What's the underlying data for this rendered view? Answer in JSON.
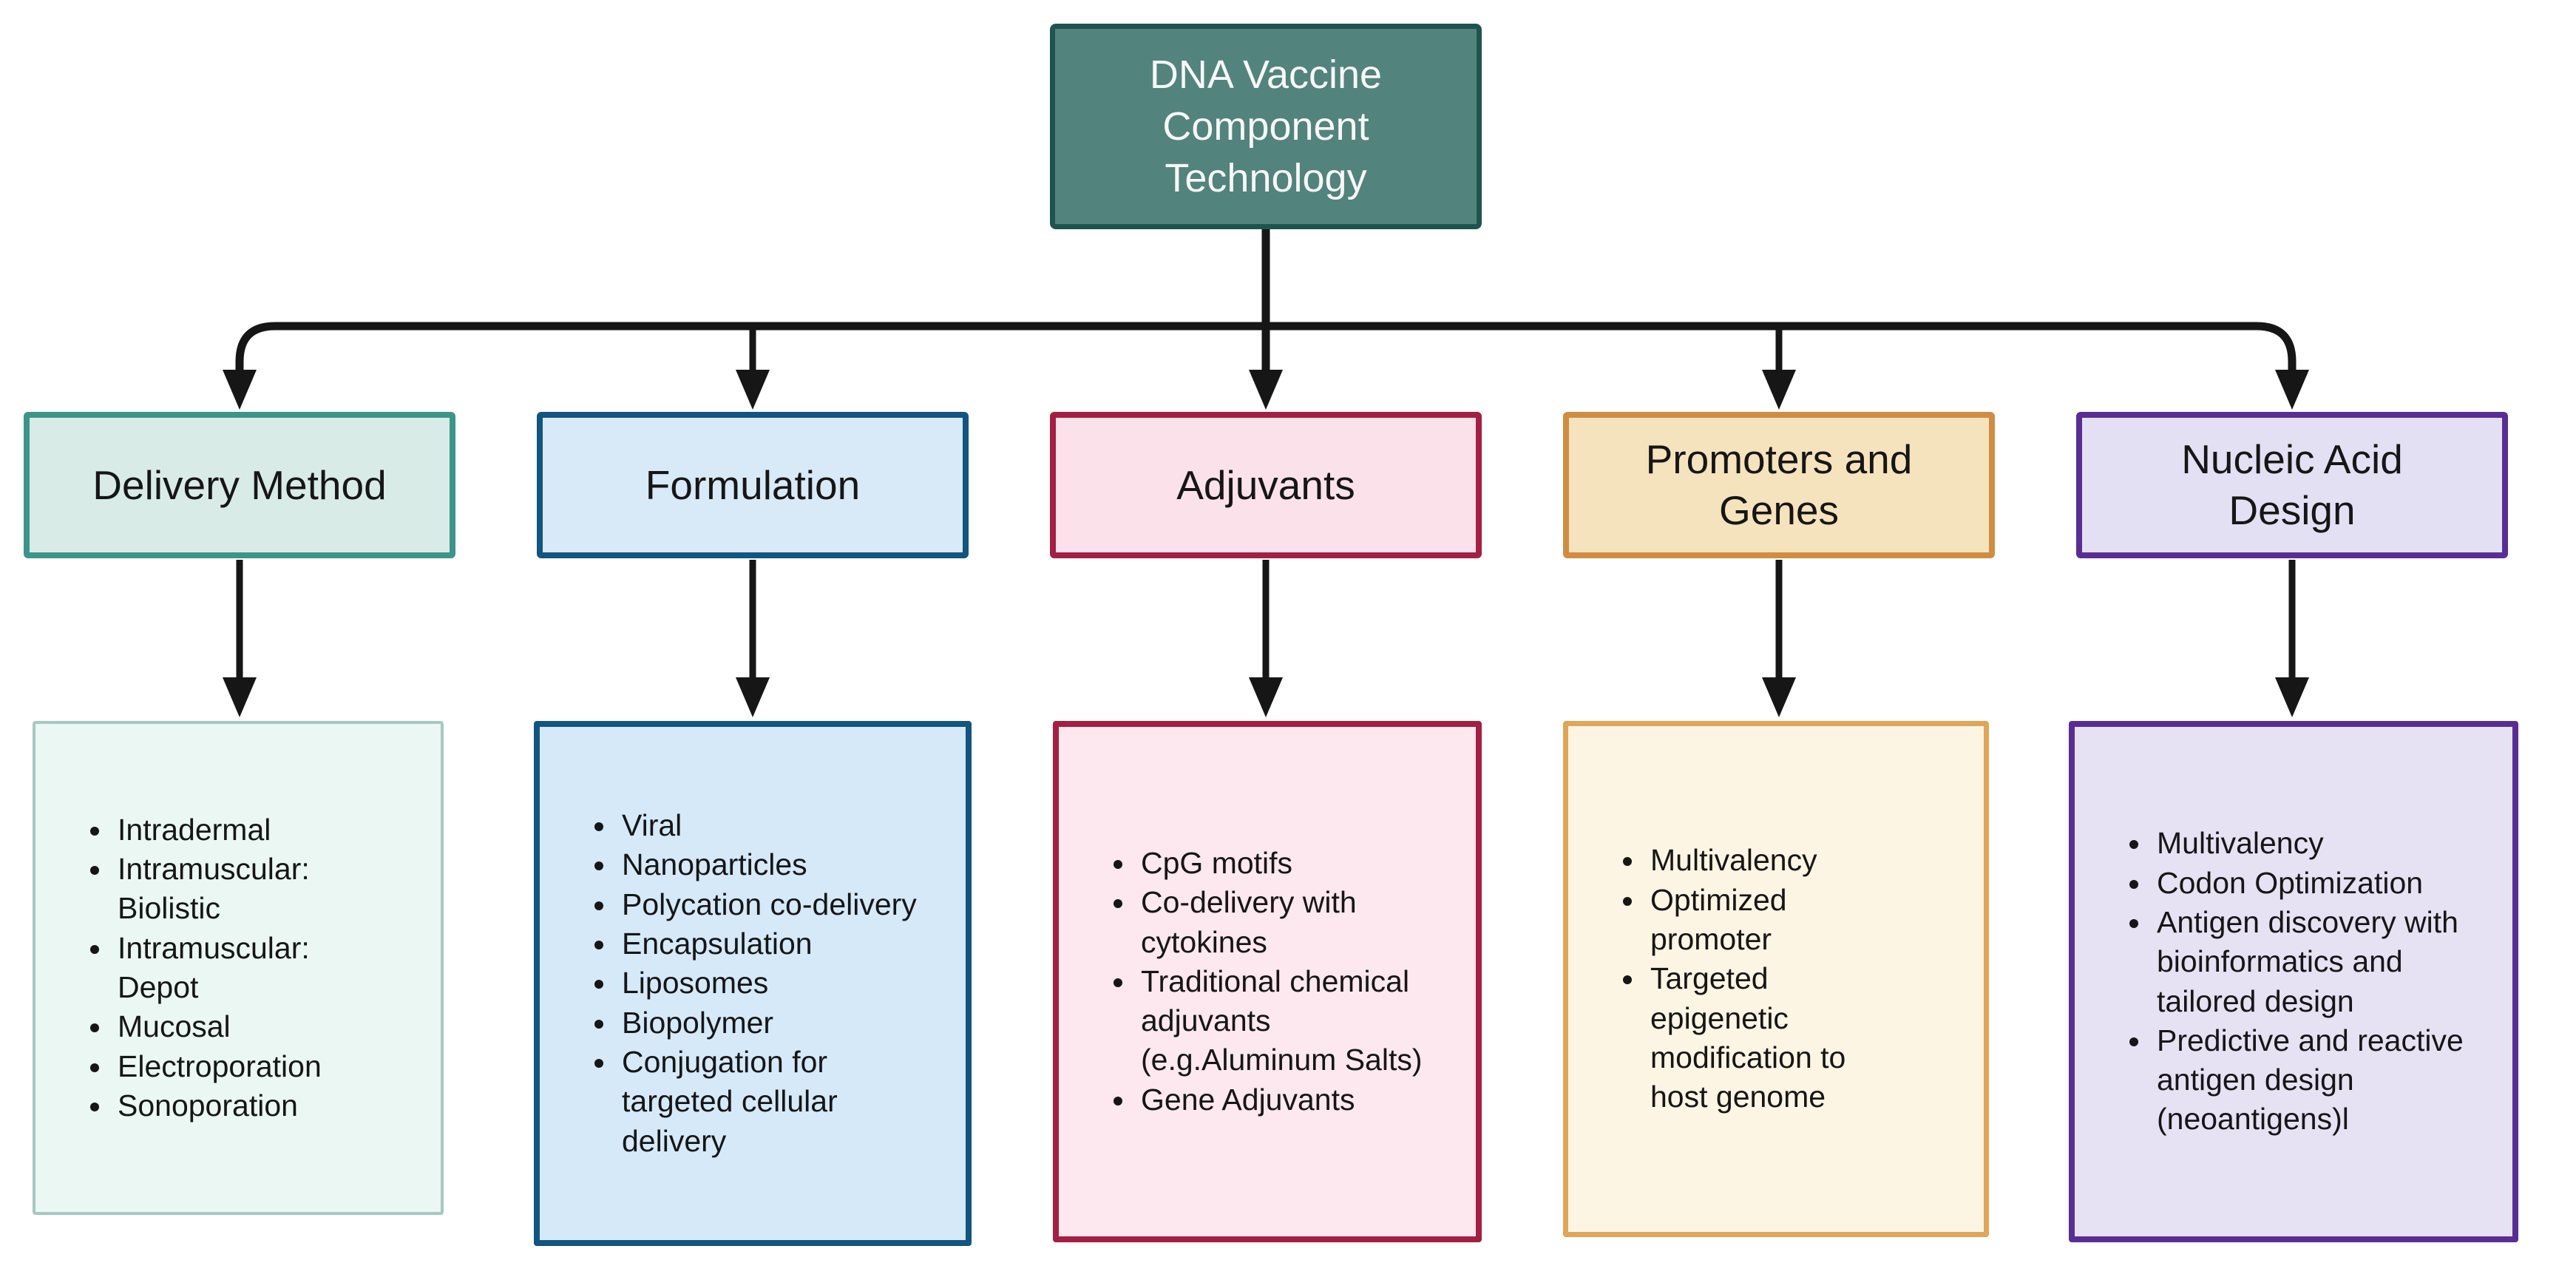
{
  "root": {
    "title": "DNA Vaccine Component Technology"
  },
  "root_colors": {
    "fill": "#53837d",
    "border": "#1f544e",
    "text": "#f7f7f7"
  },
  "connector_color": "#161616",
  "canvas_background": "#ffffff",
  "branches": [
    {
      "label": "Delivery Method",
      "items": [
        "Intradermal",
        "Intramuscular: Biolistic",
        "Intramuscular: Depot",
        "Mucosal",
        "Electroporation",
        "Sonoporation"
      ],
      "colors": {
        "header_fill": "#d9ebe7",
        "header_border": "#3d9489",
        "detail_fill": "#eaf7f3",
        "detail_border": "#a5c9c1"
      }
    },
    {
      "label": "Formulation",
      "items": [
        "Viral",
        "Nanoparticles",
        "Polycation co-delivery",
        "Encapsulation",
        "Liposomes",
        "Biopolymer",
        "Conjugation for targeted cellular delivery"
      ],
      "colors": {
        "header_fill": "#d8e9f8",
        "header_border": "#115580",
        "detail_fill": "#d5e9f9",
        "detail_border": "#115580"
      }
    },
    {
      "label": "Adjuvants",
      "items": [
        "CpG motifs",
        "Co-delivery with cytokines",
        "Traditional chemical adjuvants (e.g.Aluminum Salts)",
        "Gene Adjuvants"
      ],
      "colors": {
        "header_fill": "#fbe2ea",
        "header_border": "#a31f44",
        "detail_fill": "#fce8ee",
        "detail_border": "#a31f44"
      }
    },
    {
      "label": "Promoters and Genes",
      "items": [
        "Multivalency",
        "Optimized promoter",
        "Targeted epigenetic modification to host genome"
      ],
      "colors": {
        "header_fill": "#f5e3bd",
        "header_border": "#cf8d42",
        "detail_fill": "#fdf5e3",
        "detail_border": "#e0a557"
      }
    },
    {
      "label": "Nucleic Acid Design",
      "items": [
        "Multivalency",
        "Codon Optimization",
        "Antigen discovery with bioinformatics and tailored design",
        "Predictive and reactive antigen design (neoantigens)l"
      ],
      "colors": {
        "header_fill": "#e4e0f3",
        "header_border": "#5a2d94",
        "detail_fill": "#e6e2f4",
        "detail_border": "#5a2d94"
      }
    }
  ]
}
